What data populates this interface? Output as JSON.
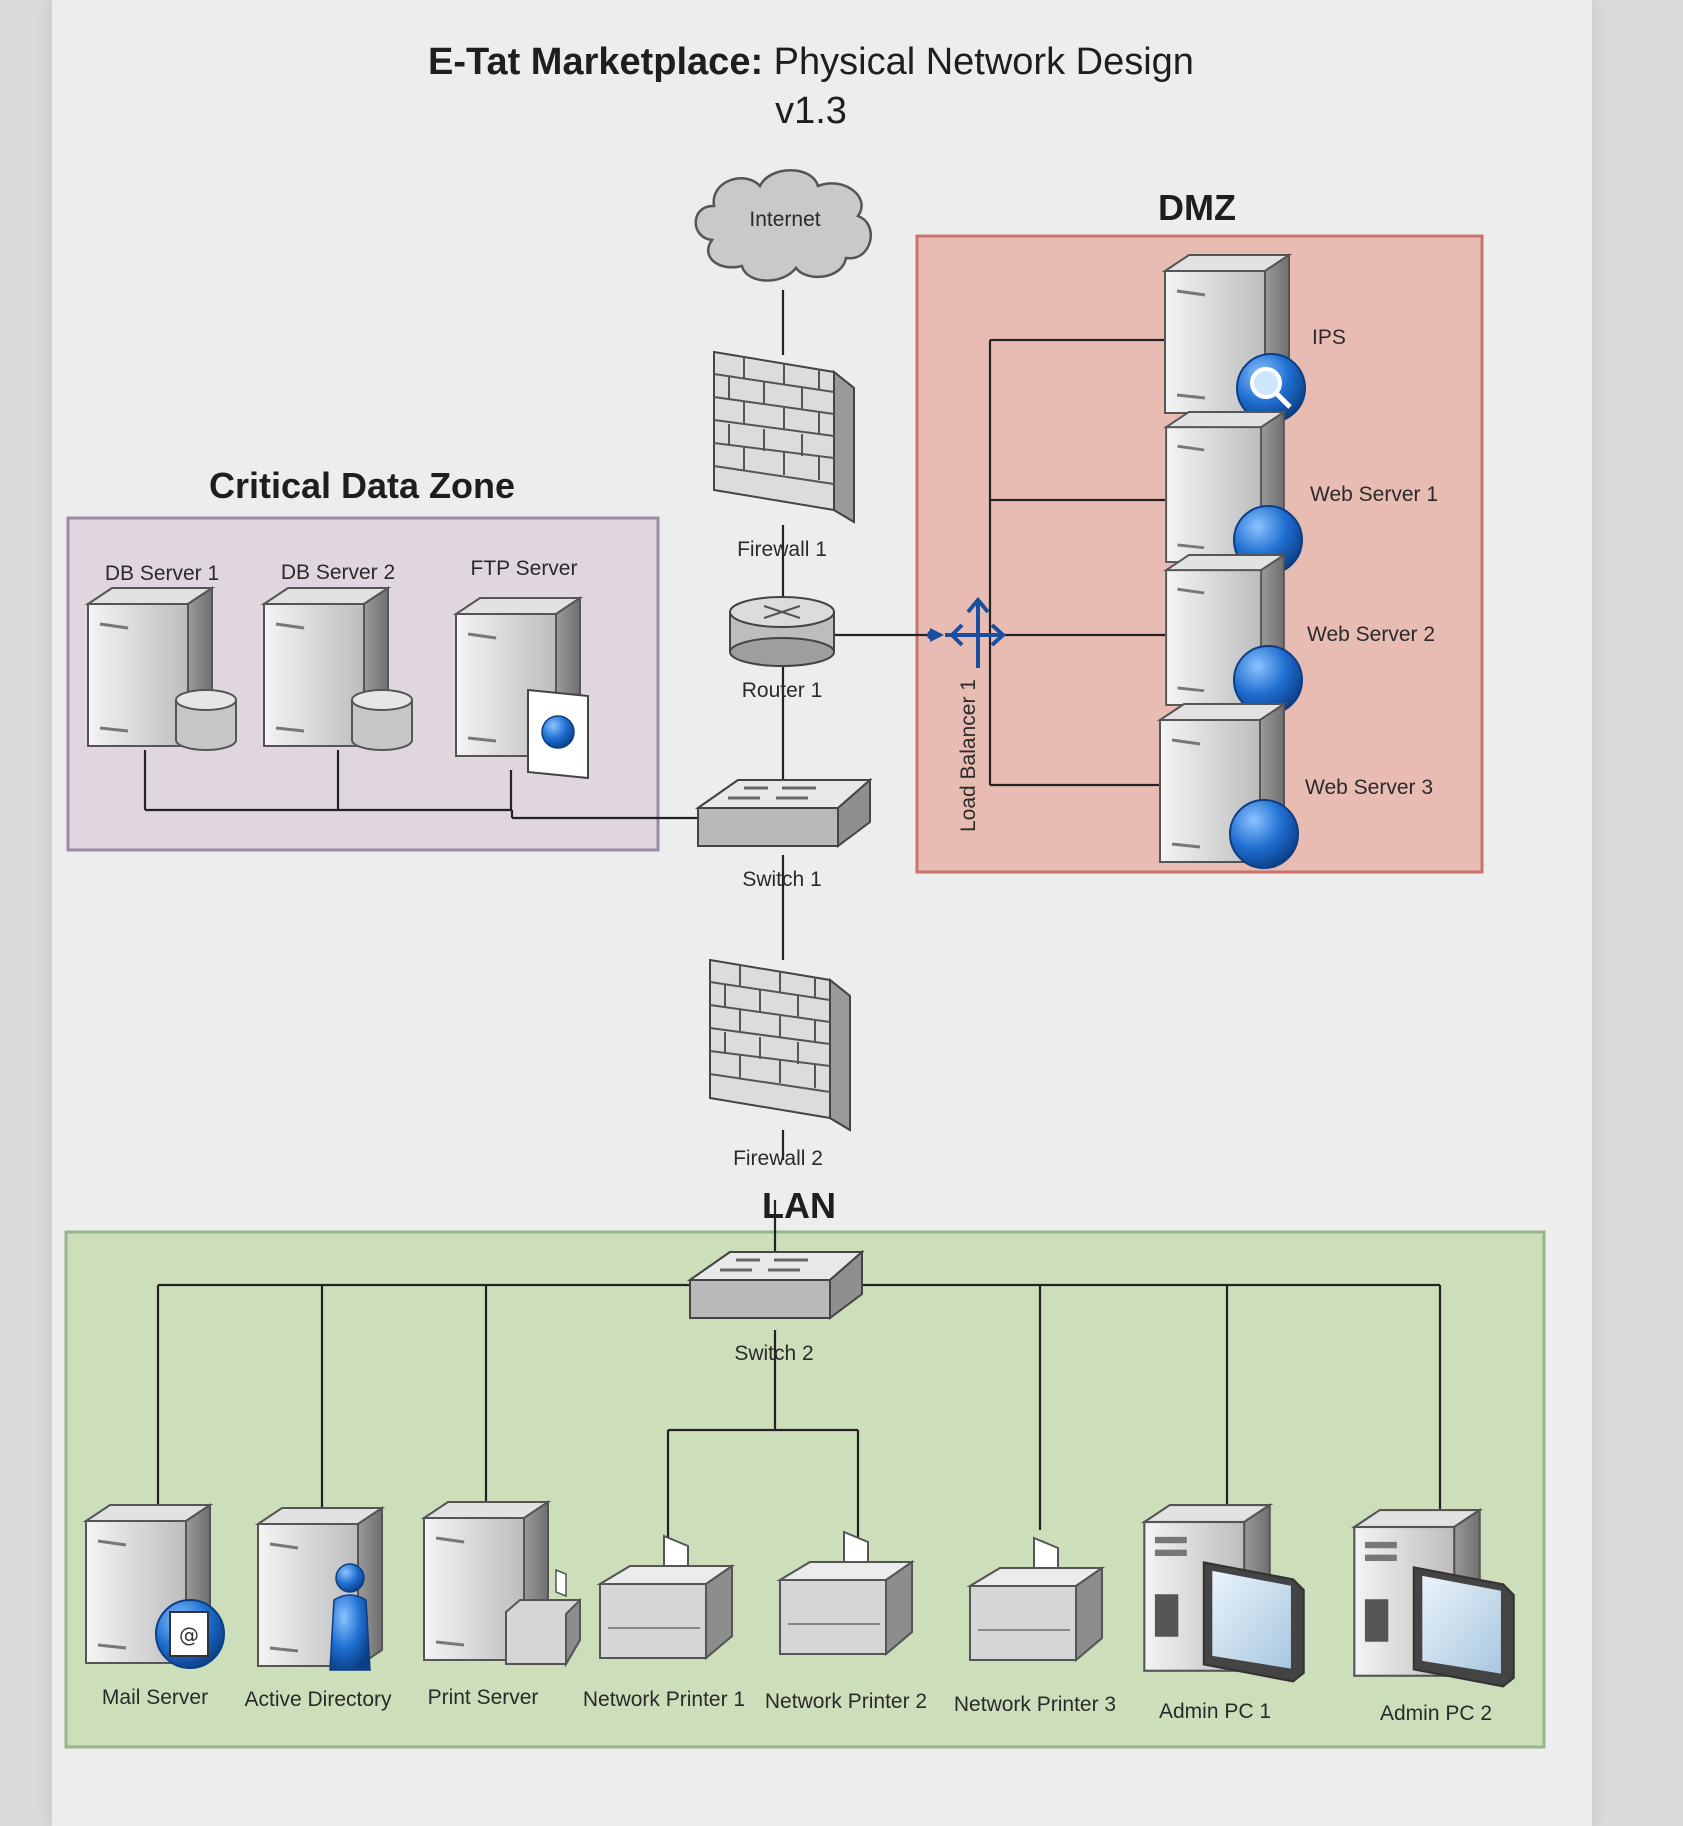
{
  "title": {
    "main_bold": "E-Tat Marketplace:",
    "main_rest": " Physical Network Design",
    "version": "v1.3"
  },
  "zones": {
    "dmz": "DMZ",
    "critical": "Critical Data Zone",
    "lan": "LAN"
  },
  "devices": {
    "internet": "Internet",
    "firewall1": "Firewall 1",
    "router1": "Router 1",
    "switch1": "Switch 1",
    "firewall2": "Firewall 2",
    "switch2": "Switch 2",
    "load_balancer": "Load Balancer 1",
    "ips": "IPS",
    "web1": "Web Server 1",
    "web2": "Web Server 2",
    "web3": "Web Server 3",
    "db1": "DB Server 1",
    "db2": "DB Server 2",
    "ftp": "FTP Server",
    "mail": "Mail Server",
    "ad": "Active Directory",
    "print": "Print Server",
    "np1": "Network Printer 1",
    "np2": "Network Printer 2",
    "np3": "Network Printer 3",
    "pc1": "Admin PC 1",
    "pc2": "Admin PC 2"
  },
  "colors": {
    "dmz_fill": "#e8b3a8",
    "dmz_border": "#c9736a",
    "critical_fill": "#ddd3dd",
    "critical_border": "#9b8aa6",
    "lan_fill": "#c9dcb5",
    "lan_border": "#97b58a",
    "globe": "#1f6fd1"
  }
}
